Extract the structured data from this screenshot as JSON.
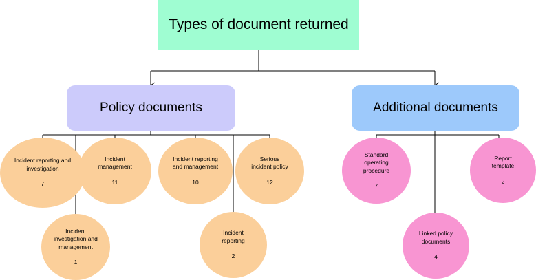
{
  "title": "Types of document returned",
  "categories": [
    {
      "label": "Policy documents",
      "items": [
        {
          "label": "Incident reporting and investigation",
          "count": "7"
        },
        {
          "label": "Incident investigation and management",
          "count": "1"
        },
        {
          "label": "Incident management",
          "count": "11"
        },
        {
          "label": "Incident reporting and management",
          "count": "10"
        },
        {
          "label": "Incident reporting",
          "count": "2"
        },
        {
          "label": "Serious incident policy",
          "count": "12"
        }
      ]
    },
    {
      "label": "Additional documents",
      "items": [
        {
          "label": "Standard operating procedure",
          "count": "7"
        },
        {
          "label": "Linked policy documents",
          "count": "4"
        },
        {
          "label": "Report template",
          "count": "2"
        }
      ]
    }
  ],
  "colors": {
    "title_box": "#9ffdd2",
    "policy_box": "#cccbfb",
    "additional_box": "#9dc9fb",
    "policy_circles": "#fbcf9a",
    "additional_circles": "#f895d2"
  }
}
